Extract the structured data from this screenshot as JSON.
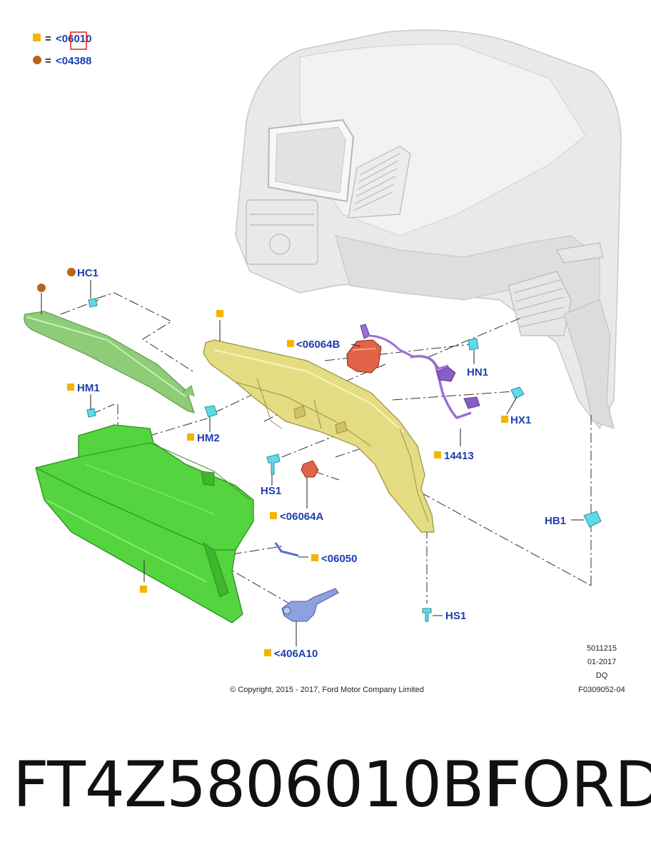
{
  "legend": {
    "items": [
      {
        "icon": "orange-square-icon",
        "equals": "=",
        "text": "<06010"
      },
      {
        "icon": "brown-circle-icon",
        "equals": "=",
        "text": "<04388"
      }
    ]
  },
  "callouts": {
    "hc1": "HC1",
    "hm1": "HM1",
    "hm2": "HM2",
    "hs1_top": "HS1",
    "hs1_bottom": "HS1",
    "hn1": "HN1",
    "hx1": "HX1",
    "hb1": "HB1",
    "p06064b": "<06064B",
    "p06064a": "<06064A",
    "p14413": "14413",
    "p06050": "<06050",
    "p406a10": "<406A10"
  },
  "meta": {
    "code": "5011215",
    "date": "01-2017",
    "initials": "DQ",
    "figure": "F0309052-04",
    "copyright": "© Copyright, 2015 - 2017, Ford Motor Company Limited"
  },
  "caption": {
    "part_number": "FT4Z5806010BF",
    "brand": "FORD"
  },
  "colors": {
    "label_blue": "#1f3fb0",
    "marker_orange": "#f5b400",
    "marker_brown": "#b8651c",
    "glovebox_green": "#5dd84a",
    "bracket_yellow": "#e3dc82",
    "module_red": "#e0634a",
    "harness_purple": "#9b6fd0",
    "clip_cyan": "#5fd9e6",
    "latch_blue": "#7f93d6",
    "highlight_red": "#e02020"
  }
}
